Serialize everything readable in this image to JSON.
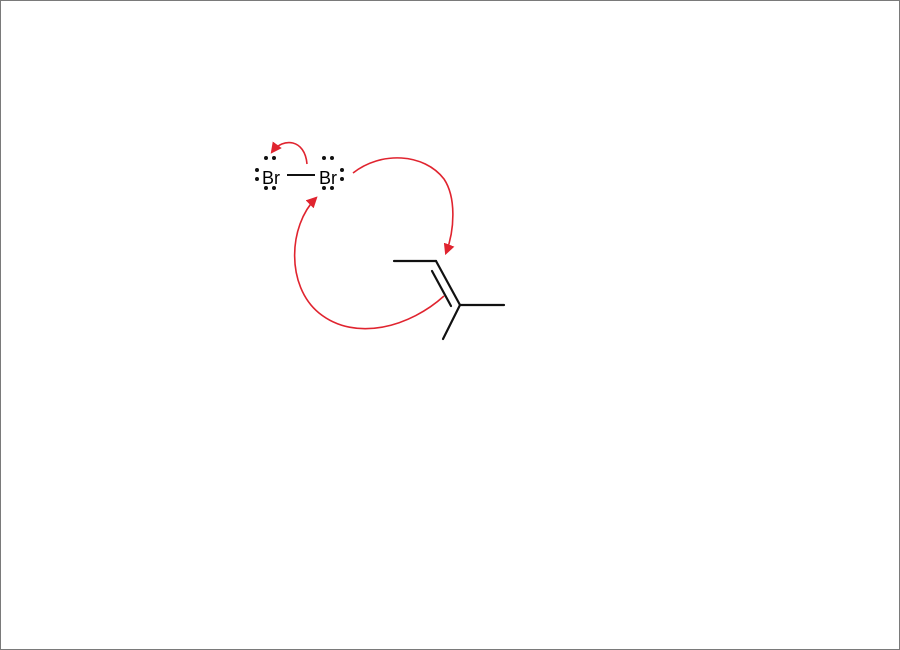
{
  "molecule": {
    "atoms": [
      {
        "id": "br-left",
        "symbol": "Br"
      },
      {
        "id": "br-right",
        "symbol": "Br"
      }
    ],
    "bonds": {
      "br_br": "single",
      "c2_c3": "double"
    }
  },
  "colors": {
    "arrow": "#e0242f",
    "bond": "#111111",
    "electron": "#111111"
  }
}
